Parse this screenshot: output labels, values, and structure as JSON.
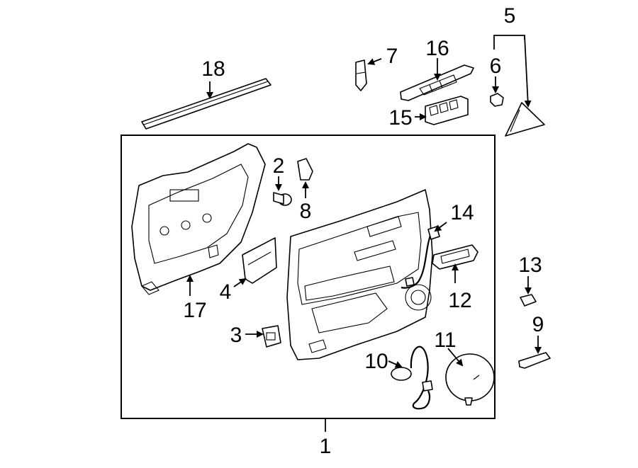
{
  "callouts": {
    "n1": "1",
    "n2": "2",
    "n3": "3",
    "n4": "4",
    "n5": "5",
    "n6": "6",
    "n7": "7",
    "n8": "8",
    "n9": "9",
    "n10": "10",
    "n11": "11",
    "n12": "12",
    "n13": "13",
    "n14": "14",
    "n15": "15",
    "n16": "16",
    "n17": "17",
    "n18": "18"
  }
}
